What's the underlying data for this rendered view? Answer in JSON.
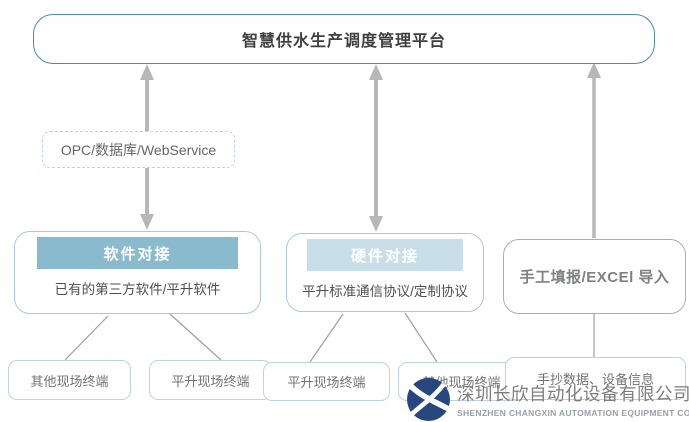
{
  "platform": {
    "title": "智慧供水生产调度管理平台"
  },
  "link_label": "OPC/数据库/WebService",
  "branches": {
    "software": {
      "header": "软件对接",
      "detail": "已有的第三方软件/平升软件"
    },
    "hardware": {
      "header": "硬件对接",
      "detail": "平升标准通信协议/定制协议"
    },
    "manual": {
      "title": "手工填报/EXCEl 导入"
    }
  },
  "terminals": [
    "其他现场终端",
    "平升现场终端",
    "平升现场终端",
    "其他现场终端",
    "手抄数据、设备信息"
  ],
  "logo": {
    "company_cn": "深圳长欣自动化设备有限公司",
    "company_en": "SHENZHEN CHANGXIN AUTOMATION EQUIPMENT CO. LTD"
  },
  "colors": {
    "platform_border": "#4d8ca6",
    "branch_border": "#a9cbd9",
    "software_header_bg": "#8abacd",
    "hardware_header_bg": "#c8dfe9",
    "manual_border": "#a9adb0",
    "arrow_gray": "#b7b7b7",
    "connector_gray": "#9e9e9e",
    "logo_navy": "#27477e"
  }
}
